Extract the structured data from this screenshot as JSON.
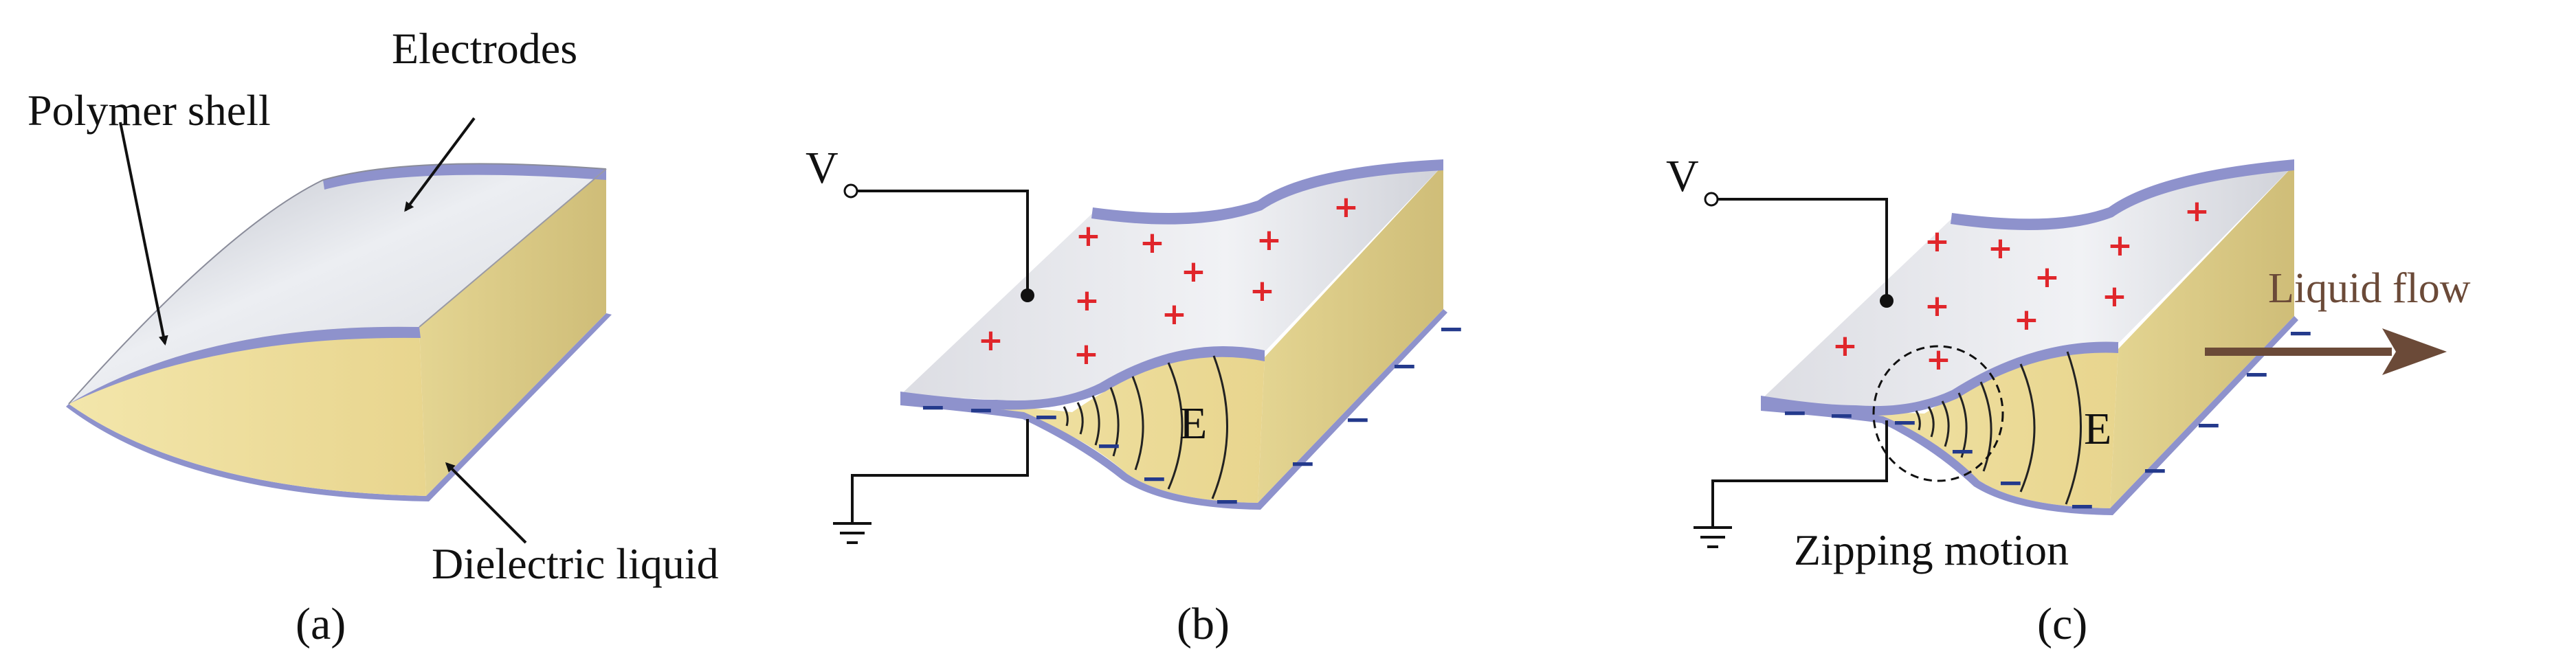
{
  "panel_a": {
    "label_polymer_shell": "Polymer shell",
    "label_electrodes": "Electrodes",
    "label_dielectric_liquid": "Dielectric liquid",
    "caption": "(a)"
  },
  "panel_b": {
    "label_voltage": "V",
    "label_field": "E",
    "caption": "(b)"
  },
  "panel_c": {
    "label_voltage": "V",
    "label_field": "E",
    "label_liquid_flow": "Liquid flow",
    "label_zipping_motion": "Zipping motion",
    "caption": "(c)"
  },
  "charges": {
    "positive": "+",
    "negative": "−"
  },
  "colors": {
    "electrode": "#8e92cc",
    "shell_top": "#e2e3e8",
    "liquid": "#efdd99",
    "side_face": "#d9c985",
    "positive_charge": "#e0262b",
    "negative_charge": "#243a8c",
    "flow_arrow": "#6b4a38"
  }
}
